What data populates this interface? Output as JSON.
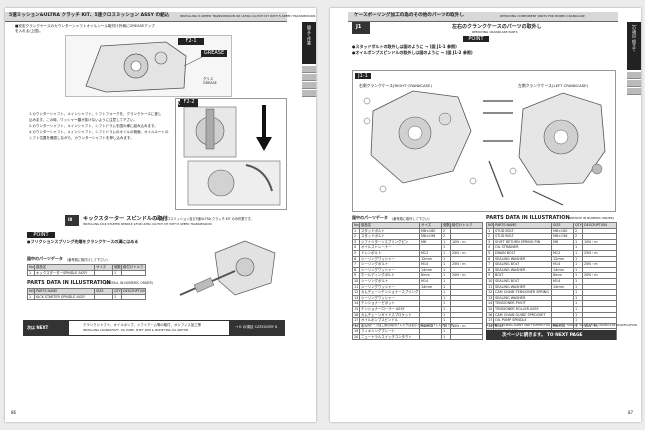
{
  "left_page": {
    "header_title": "5速ミッション&ULTRA クラッチ KIT、5速クロスミッション ASSY の組込",
    "header_subtitle": "INSTALLING 5-SPEED TRANSMISSION OR ULTRA CLUTCH KIT WITH 5-SPEED TRANSMISSION",
    "side_tab": "組立て作業",
    "note_top_1": "■安定クランクケースのカウンターシャフトオイルシール取付け外側にGREASEアップ",
    "note_top_2": "を入れる(上図)。",
    "grease_label": "GREASE",
    "grease_label2": "GREASE",
    "grease_callout": "グリス",
    "step2_lines": [
      "1.カウンターシャフト、メインシャフト、シフトフォークを、クランクケースに差し",
      "込みます。この時、ワッシャー類が抜けないように注意して下さい。",
      "2.カウンターシャフト、メインシャフト、シフトドラムを図の様に組み込みます。",
      "4.カウンターシャフト、メインシャフト、シフトドラムのオイルの側面、オイルルートの",
      "シフト位置を確認しながら、カウンターシャフトを押し込みます。"
    ],
    "caution_label": "CAUTION",
    "section_title": "キックスターター スピンドルの取付",
    "section_note": "※ 5速クロスミッション及び5速ULTRA クラッチ KIT のみ作業です。",
    "section_subtitle": "INSTALLING KICK STARTER SPINDLE ※FOR ULTRA CLUTCH KIT WITH 5-SPEED TRANSMISSION",
    "point_label": "POINT",
    "point_text": "●フリクションスプリング先端をクランクケースの溝にはめる",
    "parts_header_jp": "図中のパーツデータ",
    "parts_header_note": "(番号順に取付けして下さい)",
    "parts_title": "PARTS DATA IN ILLUSTRATION",
    "parts_title_note": "(INSTALL IN NUMERIC ORDER)",
    "table_jp": {
      "headers": [
        "No.",
        "部品名",
        "サイズ",
        "個数",
        "締付けトルク"
      ],
      "rows": [
        [
          "1",
          "キックスターターSPINDLE ASSY",
          "",
          "1",
          ""
        ]
      ]
    },
    "table_en": {
      "headers": [
        "NO.",
        "PARTS NAME",
        "SIZE",
        "QTY",
        "DESCRIPTION"
      ],
      "rows": [
        [
          "1",
          "KICK STARTER SPINDLE ASSY",
          "",
          "1",
          ""
        ]
      ]
    },
    "footer_label": "次は NEXT",
    "footer_center_1": "クランクシャフト、オイルポンプ、シフトアーム等の取付、オシフィス加工等",
    "footer_center_2": "INSTALLING CRANKSHAFT, OIL PUMP, SHIFT ARM & MODIFYING OIL ORIFICE",
    "footer_right": "→ K の項目 CATEGORY K",
    "page_number": "86"
  },
  "right_page": {
    "header_title": "ケースボーリング加工の為のその他のパーツの取外し",
    "header_subtitle": "REMOVING COMPONENT PARTS FOR BORED CRANKCASE",
    "side_tab": "Jの項目 組立て",
    "section_id": "J1",
    "section_title": "左右のクランクケースのパーツの取外し",
    "section_subtitle": "REMOVING CRANKCASE PARTS",
    "point_label": "POINT",
    "point_1": "●スタッドボルトの取外しは図のように → (図 J1-1 参照)",
    "point_2": "●オイルポンプスピンドルの取外しは図のように → (図 J1-2 参照)",
    "illus_tag": "J1-1",
    "right_case_label": "右側クランクケース(RIGHT CRANKCASE)",
    "left_case_label": "左側クランクケース(LEFT CRANKCASE)",
    "parts_header_jp": "図中のパーツデータ",
    "parts_header_note": "(番号順に取外して下さい)",
    "parts_title": "PARTS DATA IN ILLUSTRATION",
    "parts_title_note": "(REMOVE IN NUMERIC ORDER)",
    "table_jp": {
      "headers": [
        "No.",
        "部品名",
        "サイズ",
        "個数",
        "締付けトルク"
      ],
      "rows": [
        [
          "1",
          "スタッドボルト",
          "M8×160",
          "2",
          ""
        ],
        [
          "2",
          "スタッドボルト",
          "M8×196",
          "2",
          ""
        ],
        [
          "3",
          "シフトリターンスプリングピン",
          "M6",
          "1",
          "10N・m"
        ],
        [
          "4",
          "オイルストレーナー",
          "",
          "1",
          ""
        ],
        [
          "5",
          "ドレンボルト",
          "M12",
          "1",
          "25N・m"
        ],
        [
          "6",
          "シーリングワッシャー",
          "12mm",
          "1",
          ""
        ],
        [
          "7",
          "シーリングボルト",
          "M14",
          "1",
          "25N・m"
        ],
        [
          "8",
          "シーリングワッシャー",
          "14mm",
          "1",
          ""
        ],
        [
          "9",
          "ホールディングボルト",
          "8mm",
          "1",
          "20N・m"
        ],
        [
          "10",
          "シーリングボルト",
          "M14",
          "1",
          ""
        ],
        [
          "11",
          "シーリングワッシャー",
          "14mm",
          "1",
          ""
        ],
        [
          "12",
          "カムチェーンテンショナースプリング",
          "",
          "1",
          ""
        ],
        [
          "13",
          "シーリングワッシャー",
          "",
          "1",
          ""
        ],
        [
          "14",
          "テンショナーピボット",
          "",
          "1",
          ""
        ],
        [
          "15",
          "テンショナーローラー ASSY",
          "",
          "1",
          ""
        ],
        [
          "16",
          "カムチェーンガイドスプロケット",
          "",
          "1",
          ""
        ],
        [
          "17",
          "オイルポンプスピンドル",
          "",
          "1",
          ""
        ],
        [
          "18",
          "ボルト",
          "M6×12",
          "1",
          "10N・m"
        ],
        [
          "19",
          "フィキシングプレート",
          "",
          "1",
          ""
        ],
        [
          "20",
          "ニュートラルスイッチコンタクト",
          "",
          "1",
          ""
        ]
      ]
    },
    "table_en": {
      "headers": [
        "NO.",
        "PARTS NAME",
        "SIZE",
        "QTY",
        "DESCRIPTION"
      ],
      "rows": [
        [
          "1",
          "STUD BOLT",
          "M8×160",
          "2",
          ""
        ],
        [
          "2",
          "STUD BOLT",
          "M8×196",
          "2",
          ""
        ],
        [
          "3",
          "SHIFT RETURN SPRING PIN",
          "M6",
          "1",
          "10N・m"
        ],
        [
          "4",
          "OIL STRAINER",
          "",
          "1",
          ""
        ],
        [
          "5",
          "DRAIN BOLT",
          "M12",
          "1",
          "25N・m"
        ],
        [
          "6",
          "SEALING WASHER",
          "12mm",
          "1",
          ""
        ],
        [
          "7",
          "SEALING BOLT",
          "M14",
          "1",
          "25N・m"
        ],
        [
          "8",
          "SEALING WASHER",
          "14mm",
          "1",
          ""
        ],
        [
          "9",
          "BOLT",
          "8mm",
          "1",
          "20N・m"
        ],
        [
          "10",
          "SEALING BOLT",
          "M14",
          "1",
          ""
        ],
        [
          "11",
          "SEALING WASHER",
          "14mm",
          "1",
          ""
        ],
        [
          "12",
          "CAM CHAIN TENSIONER SPRING",
          "",
          "1",
          ""
        ],
        [
          "13",
          "SEALING WASHER",
          "",
          "1",
          ""
        ],
        [
          "14",
          "TENSIONER PIVOT",
          "",
          "1",
          ""
        ],
        [
          "15",
          "TENSIONER ROLLER ASSY",
          "",
          "1",
          ""
        ],
        [
          "16",
          "CAM CHAIN GUIDE SPROCKET",
          "",
          "1",
          ""
        ],
        [
          "17",
          "OIL PUMP SPINDLE",
          "",
          "1",
          ""
        ],
        [
          "18",
          "BOLT",
          "M6×12",
          "1",
          "10N・m"
        ],
        [
          "19",
          "FIXING PLATE",
          "",
          "1",
          ""
        ],
        [
          "20",
          "NEUTRAL SWITCH CONTACT",
          "",
          "1",
          ""
        ]
      ]
    },
    "footnote_jp": "※1 クランクケース加工後の締付けトルクは表示と同じ締付けトルク値です。",
    "footnote_en": "※1 APPLY LOCKING AGENT AND TIGHTEN FOR SPECIFIED TORQUE VALUE AFTER CRANKCASE MODIFICATION.",
    "footer_next": "次ページに続きます。 TO NEXT PAGE",
    "page_number": "87"
  }
}
